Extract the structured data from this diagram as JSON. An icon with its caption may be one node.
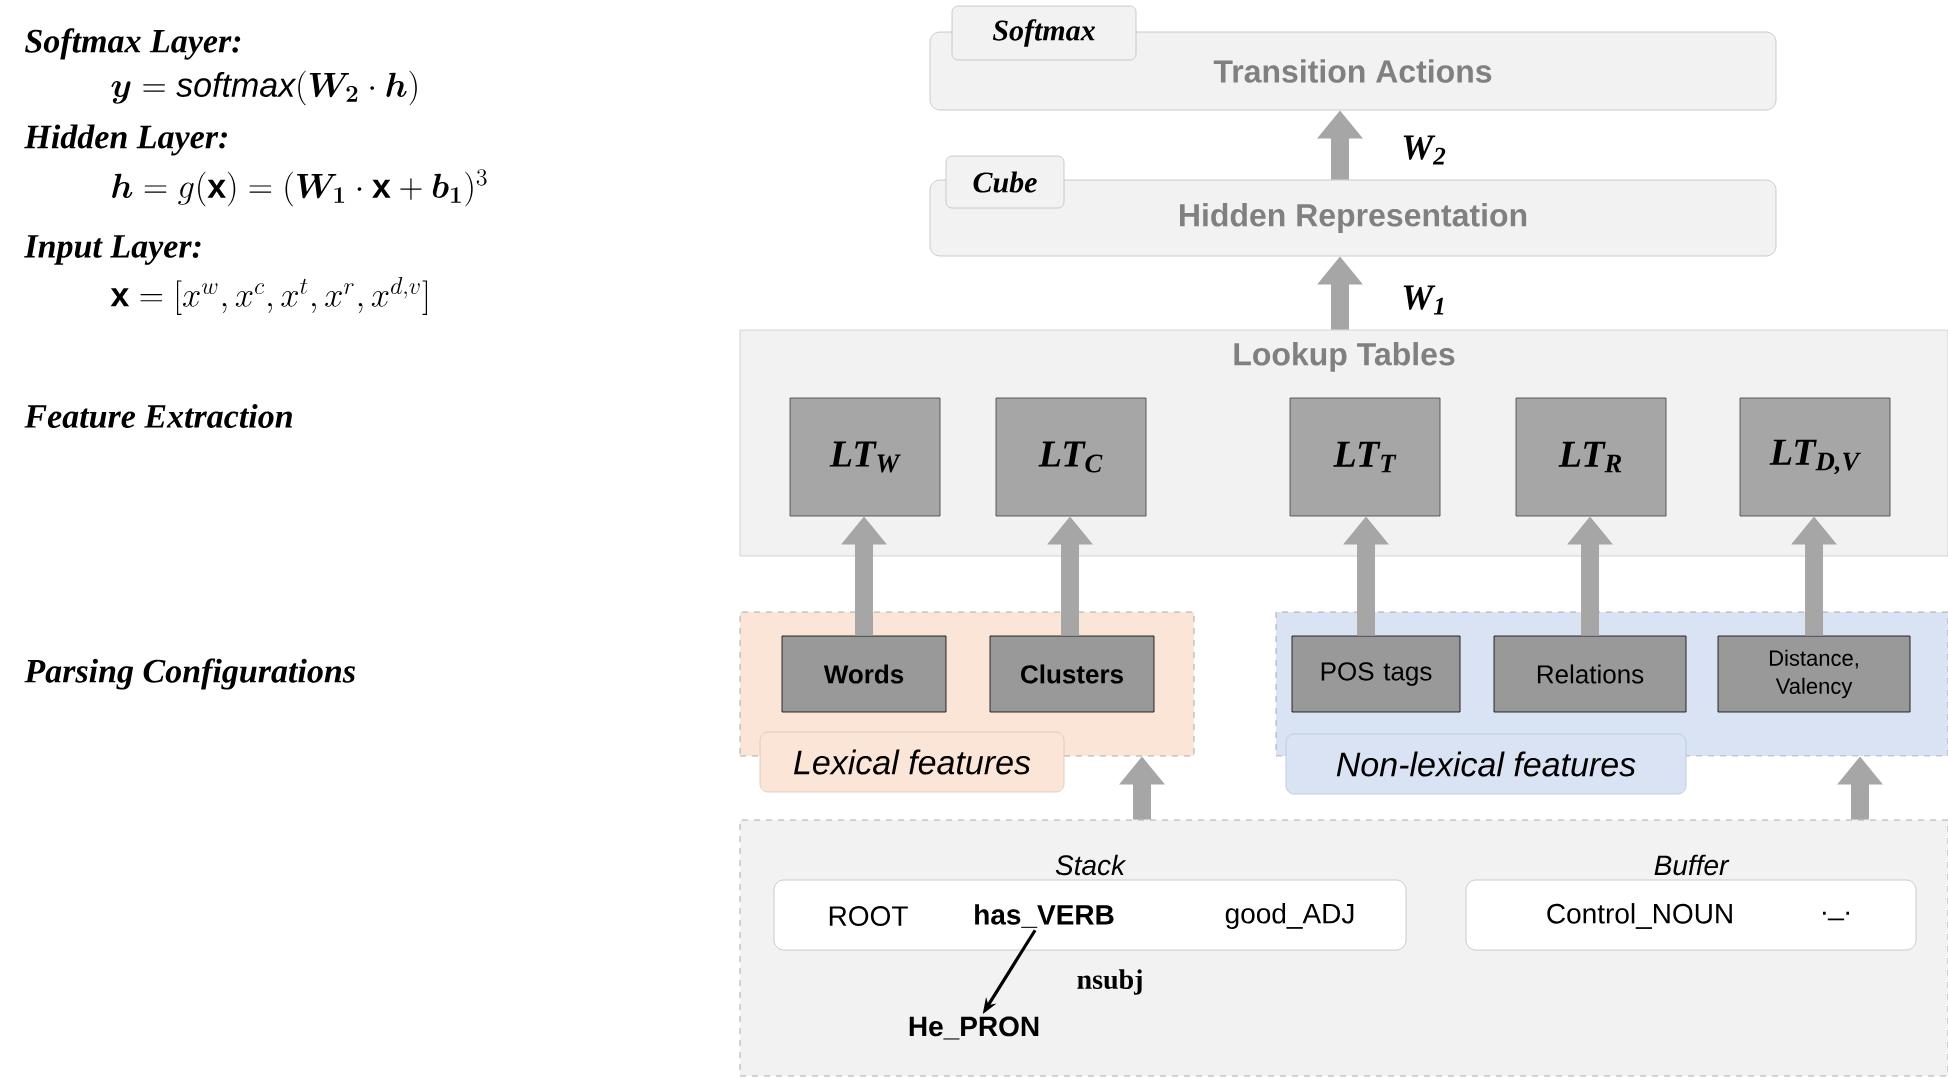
{
  "diagram": {
    "nodes": [
      {
        "text": [
          "Transition Actions"
        ]
      },
      {
        "text": [
          "Softmax"
        ]
      },
      {
        "text": [
          "Hidden Representation"
        ]
      },
      {
        "text": [
          "Cube"
        ]
      },
      {
        "text": [
          "Lookup Tables"
        ]
      },
      {
        "text": [
          "LT$_{W}$"
        ],
        "in": 4
      },
      {
        "text": [
          "LT$_{C}$"
        ],
        "in": 4
      },
      {
        "text": [
          "LT$_{T}$"
        ],
        "in": 4
      },
      {
        "text": [
          "LT$_{R}$"
        ],
        "in": 4
      },
      {
        "text": [
          "LT$_{D,V}$"
        ],
        "in": 4
      },
      {
        "text": [
          "Lexical features"
        ]
      },
      {
        "text": [
          "Words"
        ],
        "in": 10
      },
      {
        "text": [
          "Clusters"
        ],
        "in": 10
      },
      {
        "text": [
          "Non-lexical features"
        ]
      },
      {
        "text": [
          "POS tags"
        ],
        "in": 13
      },
      {
        "text": [
          "Relations"
        ],
        "in": 13
      },
      {
        "text": [
          "Distance, Valency"
        ],
        "in": 13
      },
      {
        "text": [],
        "shape": "box"
      },
      {
        "text": [
          "Stack"
        ],
        "in": 17
      },
      {
        "text": [
          "ROOT"
        ],
        "in": 18
      },
      {
        "text": [
          "has_VERB"
        ],
        "in": 18
      },
      {
        "text": [
          "good_ADJ"
        ],
        "in": 18
      },
      {
        "text": [
          "Buffer"
        ],
        "in": 17
      },
      {
        "text": [
          "Control_NOUN"
        ],
        "in": 22
      },
      {
        "text": [
          "._."
        ],
        "in": 22
      },
      {
        "text": [
          "He_PRON"
        ],
        "in": 17
      }
    ],
    "edges": [
      {
        "from": 2,
        "to": 0,
        "arrow": "to",
        "label": "W$_{2}$"
      },
      {
        "from": 4,
        "to": 2,
        "arrow": "to",
        "label": "W$_{1}$"
      },
      {
        "from": 11,
        "to": 5,
        "arrow": "to"
      },
      {
        "from": 12,
        "to": 6,
        "arrow": "to"
      },
      {
        "from": 14,
        "to": 7,
        "arrow": "to"
      },
      {
        "from": 15,
        "to": 8,
        "arrow": "to"
      },
      {
        "from": 16,
        "to": 9,
        "arrow": "to"
      },
      {
        "from": 17,
        "to": 10,
        "arrow": "to"
      },
      {
        "from": 17,
        "to": 13,
        "arrow": "to"
      },
      {
        "from": 20,
        "to": 25,
        "arrow": "to",
        "label": "nsubj",
        "color": "#000000"
      }
    ],
    "labels": [
      "Softmax Layer:",
      "\\boldsymbol{y} = \\mathit{softmax}(\\boldsymbol{W_2} \\cdot \\boldsymbol{h})",
      "Hidden Layer:",
      "\\boldsymbol{h} = g(\\mathbf{x}) = (\\boldsymbol{W_1} \\cdot \\mathbf{x} + \\boldsymbol{b_1})^3",
      "Input Layer:",
      "\\mathbf{x} = [x^w, x^c, x^t, x^r, x^{d,v}]",
      "Feature Extraction",
      "Parsing Configurations"
    ]
  }
}
